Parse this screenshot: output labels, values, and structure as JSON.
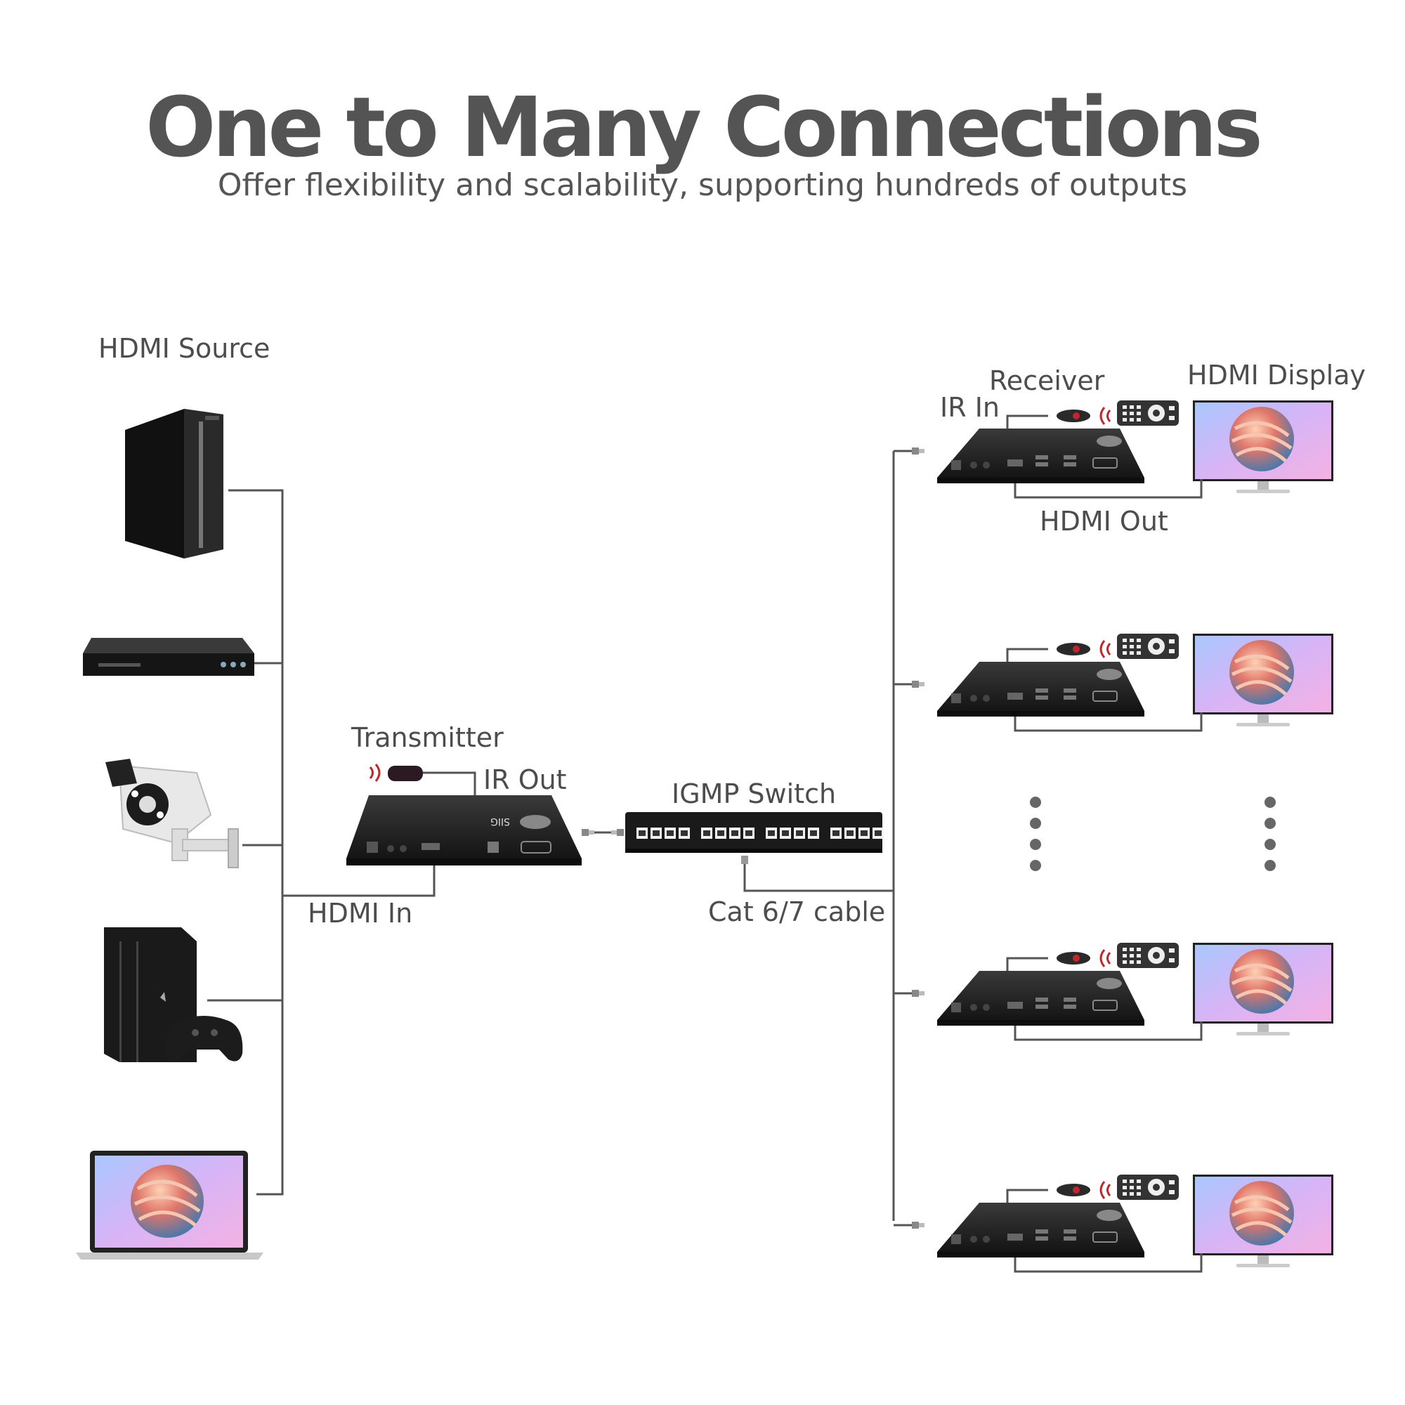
{
  "header": {
    "title": "One to Many Connections",
    "subtitle": "Offer flexibility and scalability, supporting hundreds of outputs"
  },
  "labels": {
    "hdmi_source": "HDMI Source",
    "transmitter": "Transmitter",
    "ir_out": "IR Out",
    "hdmi_in": "HDMI In",
    "igmp_switch": "IGMP Switch",
    "cat_cable": "Cat 6/7 cable",
    "receiver": "Receiver",
    "ir_in": "IR In",
    "hdmi_display": "HDMI Display",
    "hdmi_out": "HDMI Out"
  },
  "device_text": {
    "brand": "SIIG"
  },
  "colors": {
    "line": "#555555",
    "device": "#1c1c1c",
    "ir_red": "#c0262b",
    "dots": "#666666"
  },
  "icons": {
    "sources": [
      "pc-tower-icon",
      "dvd-player-icon",
      "security-camera-icon",
      "game-console-icon",
      "laptop-icon"
    ],
    "receiver_count_shown": 4
  }
}
